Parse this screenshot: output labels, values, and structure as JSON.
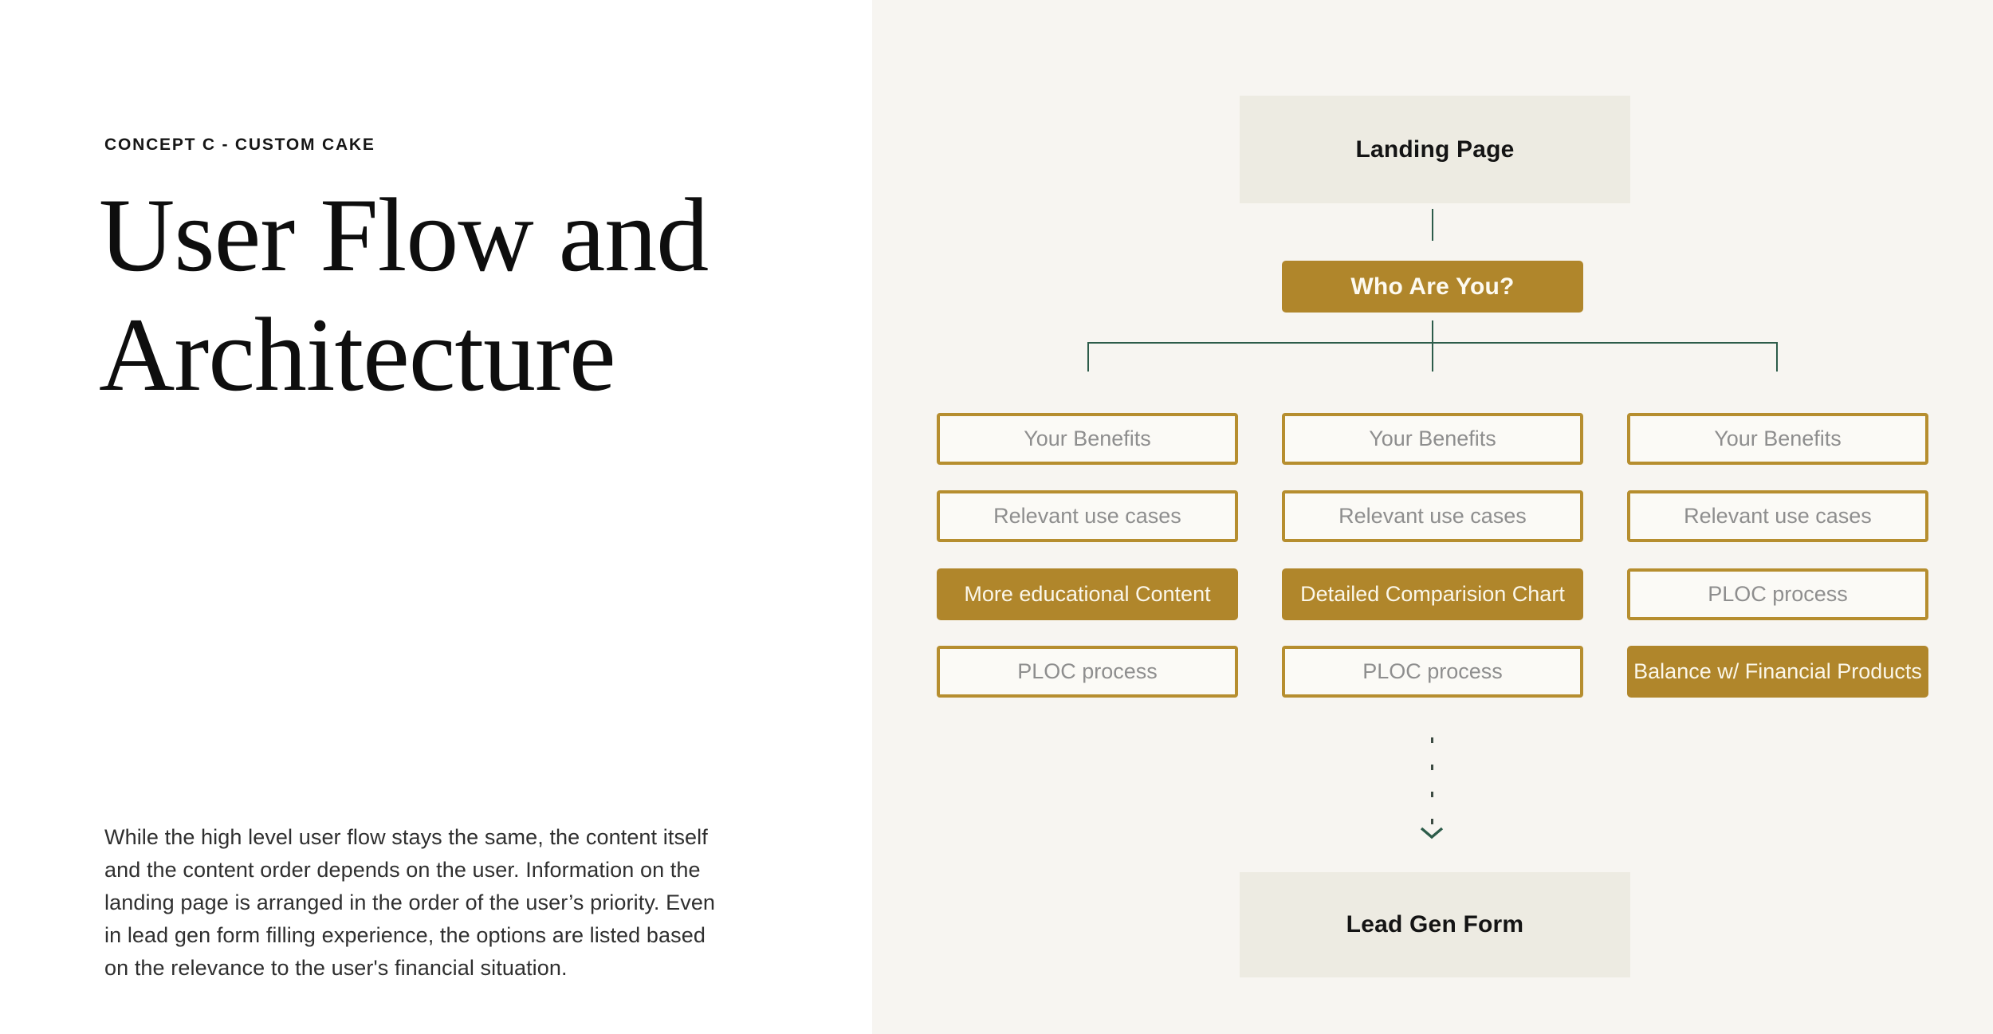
{
  "left_panel": {
    "eyebrow": "CONCEPT C - CUSTOM CAKE",
    "title_lines": [
      "User Flow and",
      "Architecture"
    ],
    "paragraph": "While the high level user flow stays the same, the content itself and the content order depends on the user. Information on the landing page is arranged in the order of the user’s priority. Even in lead gen form filling experience, the options are listed based on the relevance to the user's financial situation."
  },
  "flowchart": {
    "top_node": "Landing Page",
    "question_node": "Who Are You?",
    "bottom_node": "Lead Gen Form",
    "columns": [
      {
        "boxes": [
          {
            "label": "Your Benefits",
            "style": "outline"
          },
          {
            "label": "Relevant use cases",
            "style": "outline"
          },
          {
            "label": "More educational Content",
            "style": "filled"
          },
          {
            "label": "PLOC process",
            "style": "outline"
          }
        ]
      },
      {
        "boxes": [
          {
            "label": "Your Benefits",
            "style": "outline"
          },
          {
            "label": "Relevant use cases",
            "style": "outline"
          },
          {
            "label": "Detailed Comparision Chart",
            "style": "filled"
          },
          {
            "label": "PLOC process",
            "style": "outline"
          }
        ]
      },
      {
        "boxes": [
          {
            "label": "Your Benefits",
            "style": "outline"
          },
          {
            "label": "Relevant use cases",
            "style": "outline"
          },
          {
            "label": "PLOC process",
            "style": "outline"
          },
          {
            "label": "Balance w/ Financial Products",
            "style": "filled"
          }
        ]
      }
    ],
    "colors": {
      "gold": "#b0862b",
      "gold_border": "#b68e2f",
      "green": "#2d5c4a",
      "dash": "#3d4b43",
      "beige": "#edebe2",
      "panel_bg": "#f7f5f1",
      "outline_bg": "#fbfaf6",
      "gray_text": "#8e8e8e"
    }
  }
}
